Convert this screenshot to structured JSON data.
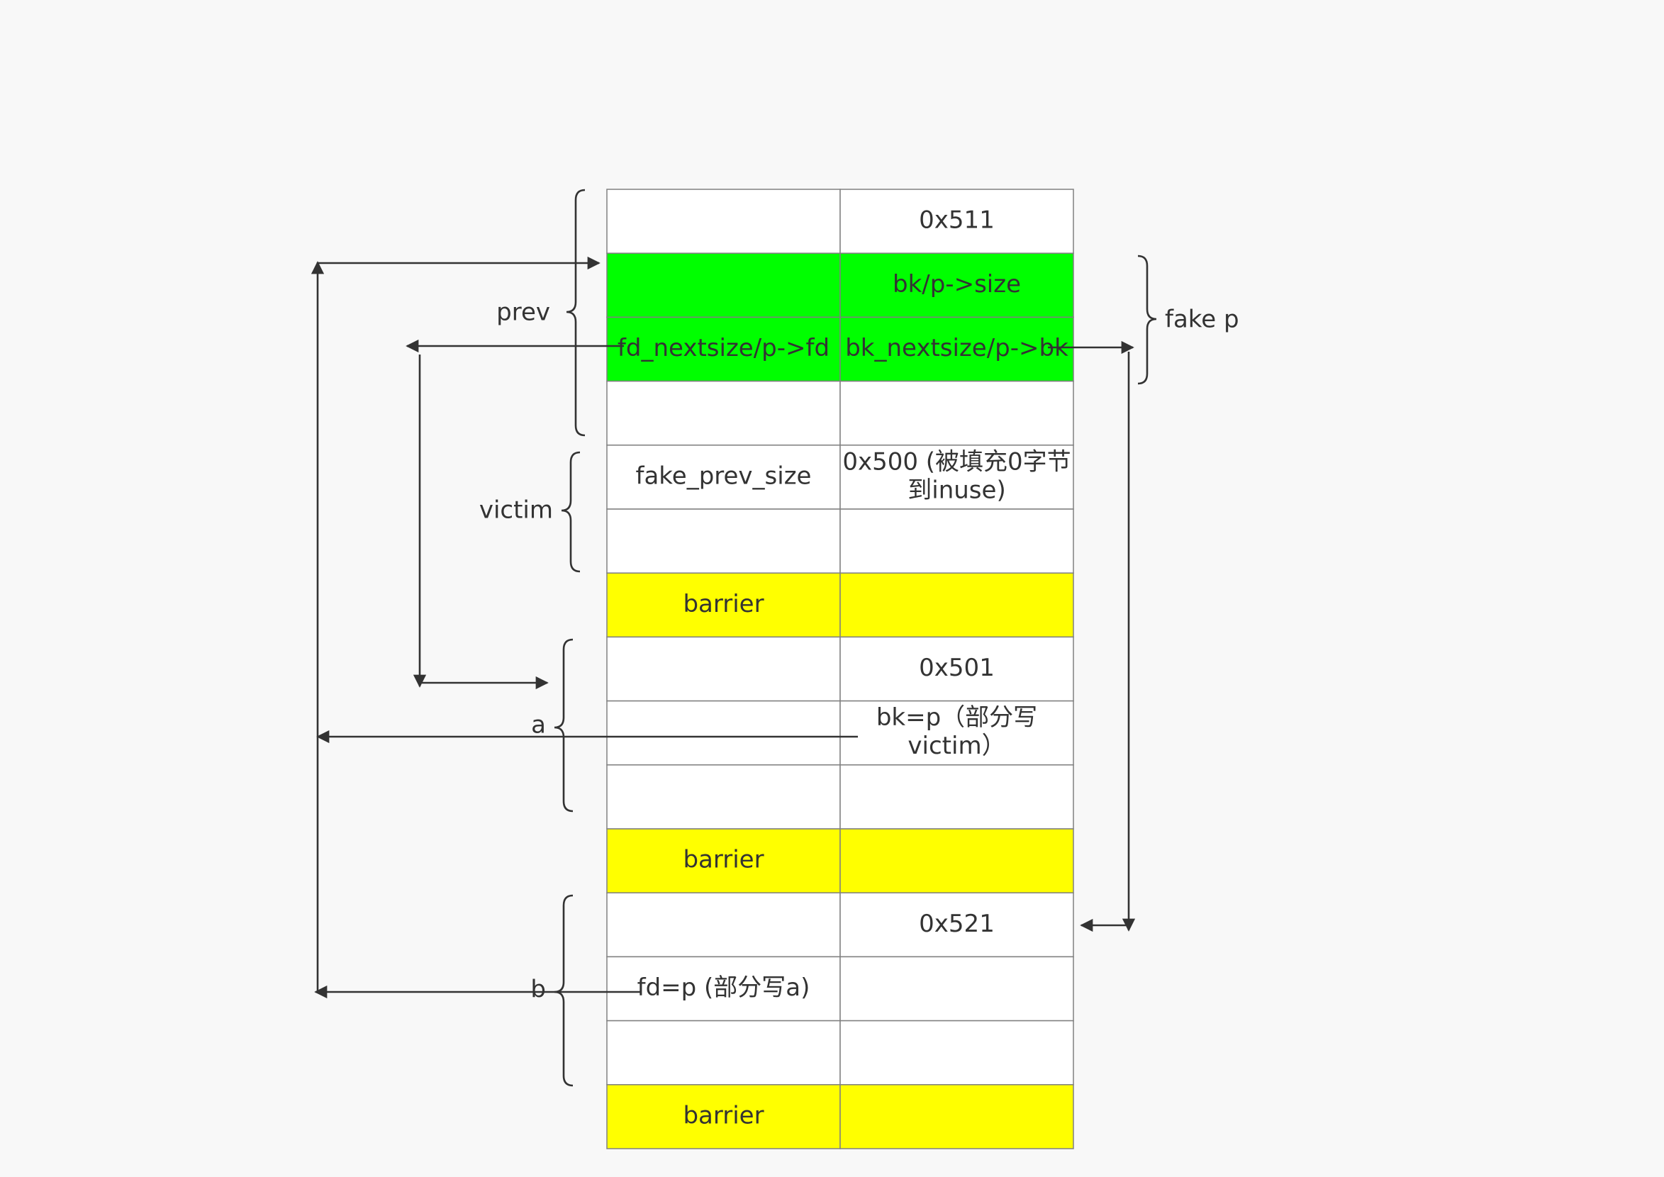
{
  "colors": {
    "green": "#00ff00",
    "yellow": "#ffff00",
    "white": "#ffffff",
    "line": "#333333"
  },
  "rows": [
    {
      "fill": "white",
      "left": [],
      "right": [
        "0x511"
      ]
    },
    {
      "fill": "green",
      "left": [],
      "right": [
        "bk/p->size"
      ]
    },
    {
      "fill": "green",
      "left": [
        "fd_nextsize/p->fd"
      ],
      "right": [
        "bk_nextsize/p->bk"
      ]
    },
    {
      "fill": "white",
      "left": [],
      "right": []
    },
    {
      "fill": "white",
      "left": [
        "fake_prev_size"
      ],
      "right": [
        "0x500 (被填充0字节",
        "到inuse)"
      ]
    },
    {
      "fill": "white",
      "left": [],
      "right": []
    },
    {
      "fill": "yellow",
      "left": [
        "barrier"
      ],
      "right": []
    },
    {
      "fill": "white",
      "left": [],
      "right": [
        "0x501"
      ]
    },
    {
      "fill": "white",
      "left": [],
      "right": [
        "bk=p（部分写",
        "victim）"
      ]
    },
    {
      "fill": "white",
      "left": [],
      "right": []
    },
    {
      "fill": "yellow",
      "left": [
        "barrier"
      ],
      "right": []
    },
    {
      "fill": "white",
      "left": [],
      "right": [
        "0x521"
      ]
    },
    {
      "fill": "white",
      "left": [
        "fd=p (部分写a)"
      ],
      "right": []
    },
    {
      "fill": "white",
      "left": [],
      "right": []
    },
    {
      "fill": "yellow",
      "left": [
        "barrier"
      ],
      "right": []
    }
  ],
  "groups": {
    "prev": "prev",
    "victim": "victim",
    "a": "a",
    "b": "b",
    "fake_p": "fake p"
  }
}
